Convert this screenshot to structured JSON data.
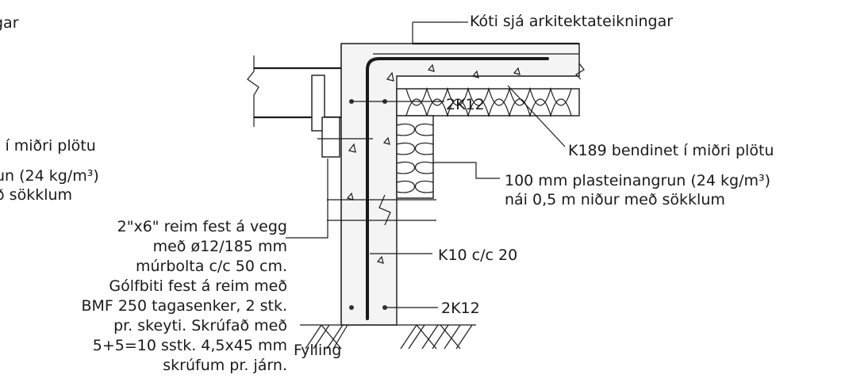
{
  "labels": {
    "top_left_fragment": "gar",
    "roof_finish": "Kóti sjá arkitektateikningar",
    "rebar_top": "2K12",
    "mesh_right": "K189 bendinet í miðri plötu",
    "insulation_line1": "100 mm plasteinangrun (24 kg/m³)",
    "insulation_line2": "nái 0,5 m niður með sökklum",
    "stirrups": "K10 c/c 20",
    "rebar_bottom": "2K12",
    "fill": "Fylling",
    "left_mesh_fragment": ": í miðri plötu",
    "left_insulation_fragment1": "un (24 kg/m³)",
    "left_insulation_fragment2": "ð sökklum",
    "beam_note": [
      "2\"x6\" reim fest á vegg",
      "með ø12/185 mm",
      "múrbolta c/c 50 cm.",
      "Gólfbiti fest á reim með",
      "BMF 250 tagasenker, 2 stk.",
      "pr. skeyti.  Skrúfað með",
      "5+5=10 sstk. 4,5x45 mm",
      "skrúfum pr. járn."
    ]
  }
}
